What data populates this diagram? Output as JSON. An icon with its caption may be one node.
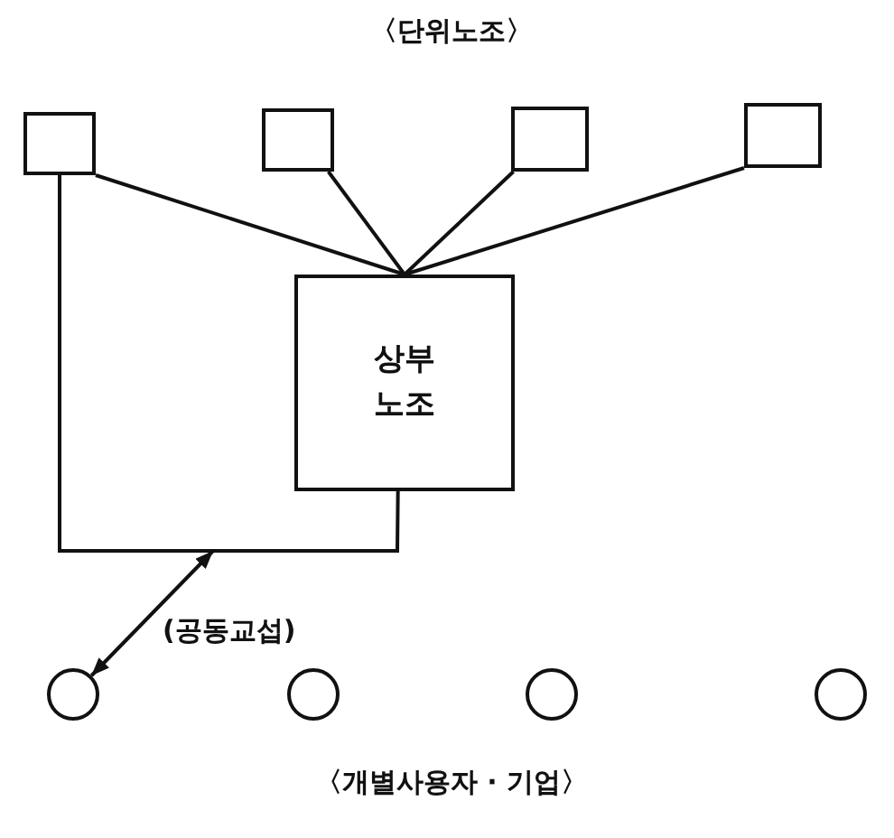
{
  "diagram": {
    "nodes": [
      {
        "text": [],
        "shape": "box"
      },
      {
        "text": [],
        "shape": "box"
      },
      {
        "text": [],
        "shape": "box"
      },
      {
        "text": [],
        "shape": "box"
      },
      {
        "text": [
          "상부 노조"
        ]
      },
      {
        "text": [],
        "shape": "circle"
      },
      {
        "text": [],
        "shape": "circle"
      },
      {
        "text": [],
        "shape": "circle"
      },
      {
        "text": [],
        "shape": "circle"
      }
    ],
    "edges": [
      {
        "from": 0,
        "to": 4,
        "arrow": "none"
      },
      {
        "from": 1,
        "to": 4,
        "arrow": "none"
      },
      {
        "from": 2,
        "to": 4,
        "arrow": "none"
      },
      {
        "from": 3,
        "to": 4,
        "arrow": "none"
      },
      {
        "from": 0,
        "to": 4,
        "arrow": "none"
      },
      {
        "from": null,
        "to": 5,
        "arrow": "both",
        "label": "(공동교섭)"
      }
    ],
    "labels": [
      "〈단위노조〉",
      "〈개별사용자 · 기업〉"
    ]
  }
}
